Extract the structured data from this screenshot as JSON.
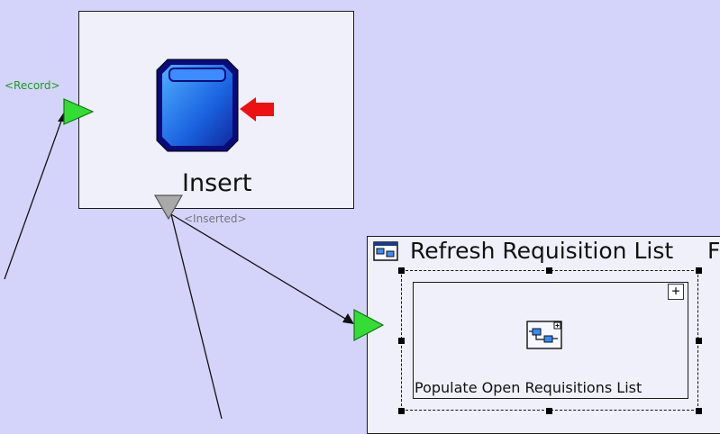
{
  "insert_node": {
    "title": "Insert",
    "input_port_label": "<Record>",
    "output_port_label": "<Inserted>",
    "icon": "database-insert-icon"
  },
  "refresh_node": {
    "title": "Refresh Requisition List",
    "overflow_glyph": "F",
    "icon": "subprocess-icon",
    "subflow": {
      "label": "Populate Open Requisitions List",
      "expand_glyph": "+",
      "icon": "flowchart-icon"
    }
  },
  "colors": {
    "canvas": "#d4d4fb",
    "node_fill": "#f0f0fa",
    "input_port": "#33cc33",
    "output_port": "#a9a9a9",
    "port_label_green": "#1d9b1d",
    "insert_arrow": "#ee1111",
    "db_icon": "#1a4fd6"
  }
}
